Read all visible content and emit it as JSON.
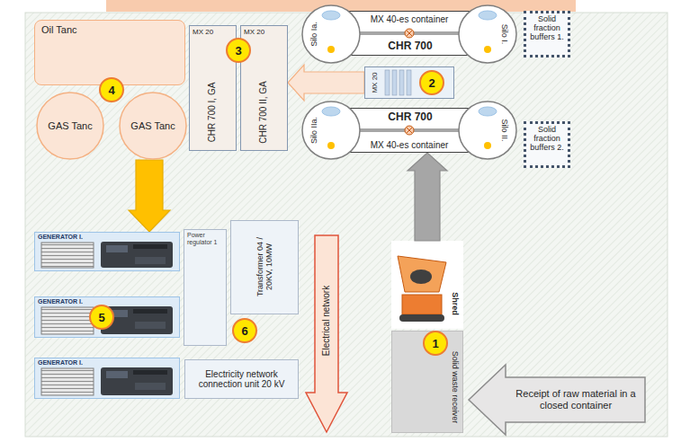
{
  "diagram": {
    "nodes": [
      {
        "text": [
          "Oil Tanc"
        ]
      },
      {
        "text": [
          "MX 20",
          "CHR 700 I, GA"
        ]
      },
      {
        "text": [
          "MX 20",
          "CHR 700 II, GA"
        ]
      },
      {
        "text": [
          "MX 40-es container",
          "CHR 700"
        ]
      },
      {
        "text": [
          "Silo Ia."
        ]
      },
      {
        "text": [
          "Silo I."
        ]
      },
      {
        "text": [
          "Solid fraction buffers 1."
        ]
      },
      {
        "text": [
          "GAS Tanc"
        ]
      },
      {
        "text": [
          "GAS Tanc"
        ]
      },
      {
        "text": [
          "MX 20"
        ]
      },
      {
        "text": [
          "CHR 700",
          "MX 40-es container"
        ]
      },
      {
        "text": [
          "Silo IIa."
        ]
      },
      {
        "text": [
          "Silo II."
        ]
      },
      {
        "text": [
          "Solid fraction buffers 2."
        ]
      },
      {
        "text": [
          "GENERATOR I."
        ]
      },
      {
        "text": [
          "Power regulator 1"
        ]
      },
      {
        "text": [
          "Transformer 04 / 20KV, 10MW"
        ]
      },
      {
        "text": [
          "GENERATOR I."
        ]
      },
      {
        "text": [
          "Shred"
        ]
      },
      {
        "text": [
          "Electrical network"
        ]
      },
      {
        "text": [
          "GENERATOR I."
        ]
      },
      {
        "text": [
          "Electricity network connection unit 20 kV"
        ]
      },
      {
        "text": [
          "Solid waste receiver"
        ]
      },
      {
        "text": [
          "Receipt of raw material in a closed container"
        ]
      }
    ],
    "edges": [
      {
        "from": 8,
        "to": 14,
        "arrow": "to"
      },
      {
        "from": 9,
        "to": 2,
        "arrow": "to"
      },
      {
        "from": 18,
        "to": 10,
        "arrow": "to"
      }
    ],
    "labels": [
      "4",
      "3",
      "2",
      "5",
      "6",
      "1"
    ]
  }
}
